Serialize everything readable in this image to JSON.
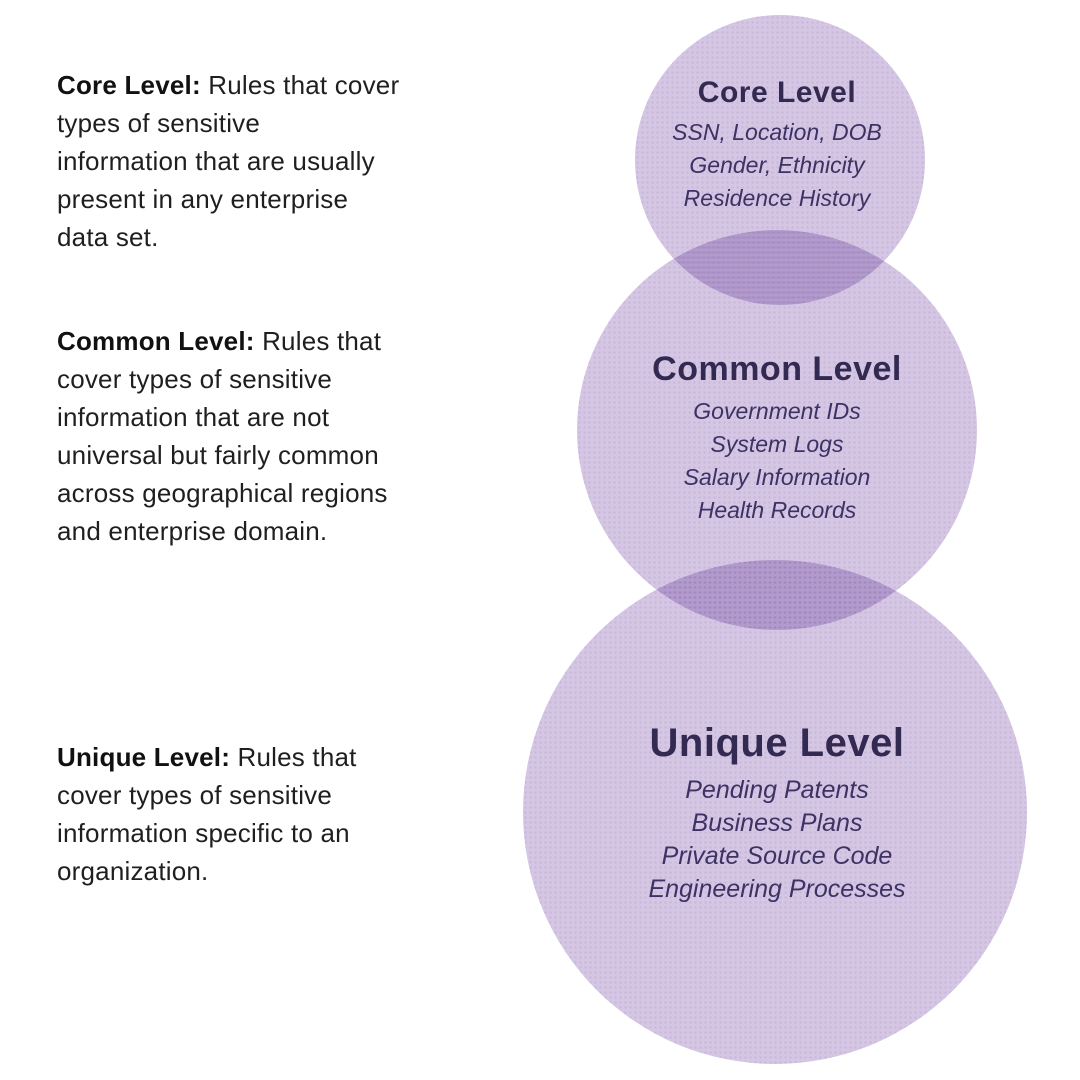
{
  "colors": {
    "background": "#FFFFFF",
    "circle_fill": "#D5C6E4",
    "circle_overlap": "#B29ACB",
    "heading_text": "#332A52",
    "item_text": "#3C3264",
    "body_text": "#1F1F1F"
  },
  "left_column": {
    "blocks": [
      {
        "label": "Core Level:",
        "first_line": "Rules that cover",
        "lines": [
          "types of sensitive",
          "information that are usually",
          "present in any enterprise",
          "data set."
        ]
      },
      {
        "label": "Common Level:",
        "first_line": "Rules that",
        "lines": [
          "cover types of sensitive",
          "information that are not",
          "universal but fairly common",
          "across geographical regions",
          "and enterprise domain."
        ]
      },
      {
        "label": "Unique Level:",
        "first_line": "Rules that",
        "lines": [
          "cover types of sensitive",
          "information specific to an",
          "organization."
        ]
      }
    ]
  },
  "diagram": {
    "circles": [
      {
        "title": "Core Level",
        "items": [
          "SSN, Location, DOB",
          "Gender, Ethnicity",
          "Residence History"
        ]
      },
      {
        "title": "Common Level",
        "items": [
          "Government IDs",
          "System Logs",
          "Salary Information",
          "Health Records"
        ]
      },
      {
        "title": "Unique Level",
        "items": [
          "Pending Patents",
          "Business Plans",
          "Private Source Code",
          "Engineering Processes"
        ]
      }
    ]
  }
}
